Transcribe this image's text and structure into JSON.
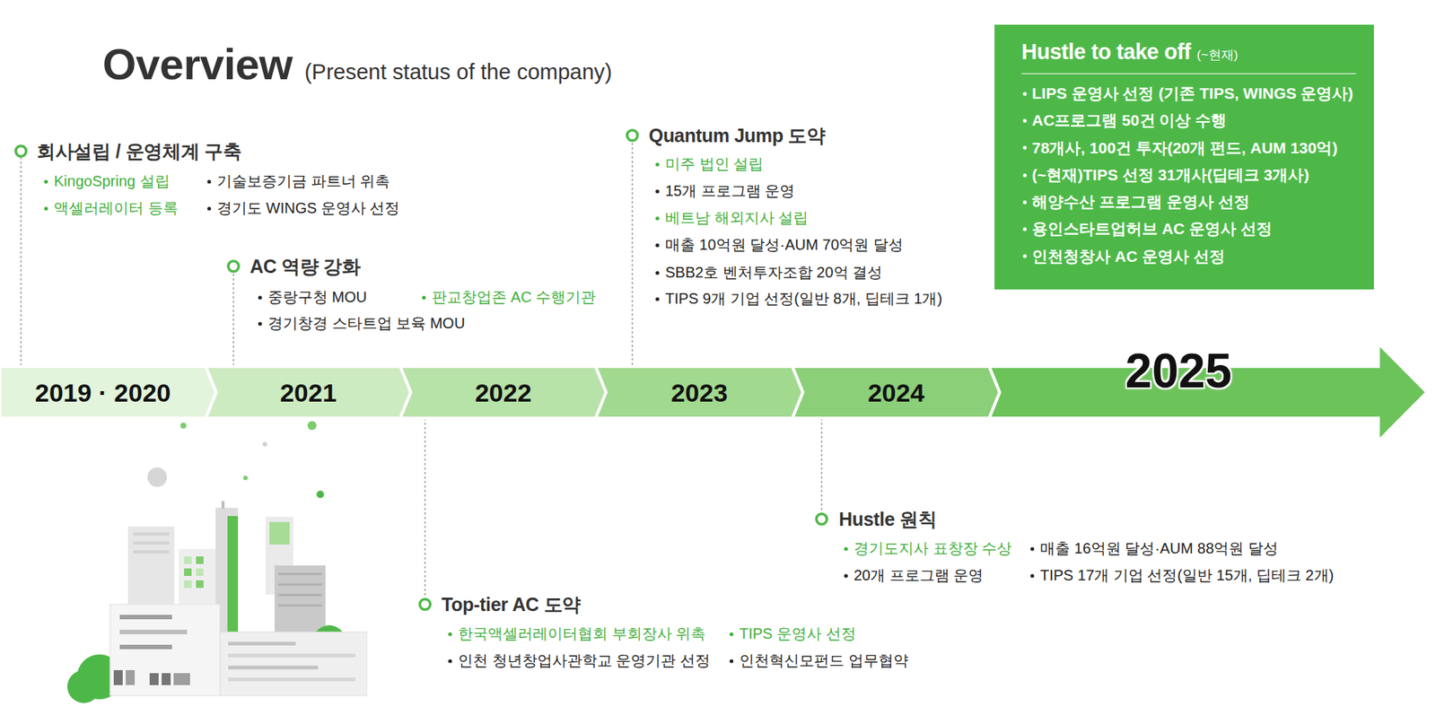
{
  "diagram": {
    "title": "Overview",
    "nodes": [
      {
        "text": [
          "2019 · 2020"
        ]
      },
      {
        "text": [
          "2021"
        ]
      },
      {
        "text": [
          "2022"
        ]
      },
      {
        "text": [
          "2023"
        ]
      },
      {
        "text": [
          "2024"
        ]
      },
      {
        "text": [
          "2025"
        ]
      },
      {
        "text": [
          "Hustle to take off",
          "(~현재)",
          "LIPS 운영사 선정 (기존 TIPS, WINGS 운영사)",
          "AC프로그램 50건 이상 수행",
          "78개사, 100건 투자(20개 펀드, AUM 130억)",
          "(~현재)TIPS 선정 31개사(딥테크 3개사)",
          "해양수산 프로그램 운영사 선정",
          "용인스타트업허브 AC 운영사 선정",
          "인천청창사 AC 운영사 선정"
        ]
      }
    ],
    "labels": [
      "(Present status of the company)",
      "회사설립 / 운영체계 구축",
      "KingoSpring 설립",
      "기술보증기금 파트너 위촉",
      "액셀러레이터 등록",
      "경기도 WINGS 운영사 선정",
      "AC 역량 강화",
      "중랑구청 MOU",
      "판교창업존 AC 수행기관",
      "경기창경 스타트업 보육 MOU",
      "Quantum Jump 도약",
      "미주 법인 설립",
      "15개 프로그램 운영",
      "베트남 해외지사 설립",
      "매출 10억원 달성·AUM 70억원 달성",
      "SBB2호 벤처투자조합 20억 결성",
      "TIPS 9개 기업 선정(일반 8개, 딥테크 1개)",
      "Top-tier AC 도약",
      "한국액셀러레이터협회 부회장사 위촉",
      "TIPS 운영사 선정",
      "인천 청년창업사관학교 운영기관 선정",
      "인천혁신모펀드 업무협약",
      "Hustle 원칙",
      "경기도지사 표창장 수상",
      "매출 16억원 달성·AUM 88억원 달성",
      "20개 프로그램 운영",
      "TIPS 17개 기업 선정(일반 15개, 딥테크 2개)"
    ]
  }
}
